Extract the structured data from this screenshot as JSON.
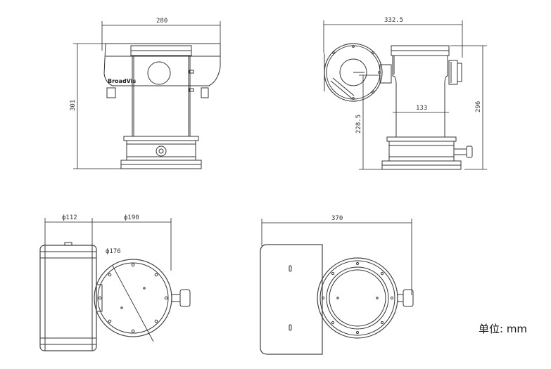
{
  "dimensions": {
    "front_width": "280",
    "front_height": "301",
    "side_width": "332.5",
    "side_height": "296",
    "side_lens_height": "228.5",
    "side_inner": "133",
    "top_housing_dia": "ф112",
    "top_base_dia": "ф190",
    "top_inner_dia": "ф176",
    "bottom_width": "370"
  },
  "brand": "BroadVis",
  "unit_label": "单位: mm"
}
